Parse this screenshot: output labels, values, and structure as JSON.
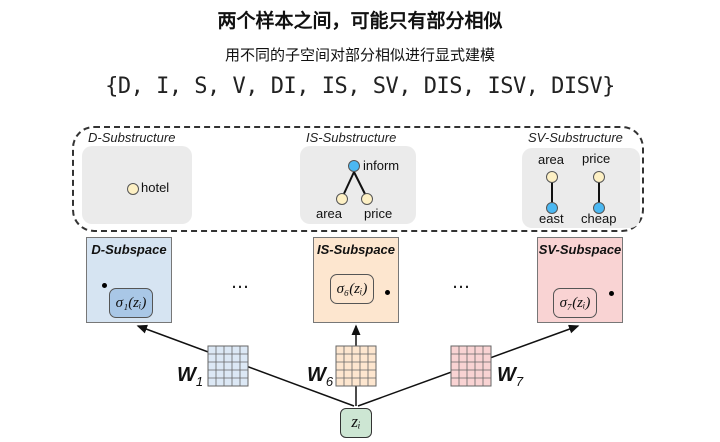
{
  "header": {
    "title": "两个样本之间，可能只有部分相似",
    "subtitle": "用不同的子空间对部分相似进行显式建模",
    "set_notation": "{D, I, S, V, DI, IS, SV, DIS, ISV, DISV}"
  },
  "substructures": [
    {
      "label": "D-Substructure",
      "nodes": [
        {
          "text": "hotel",
          "color": "yellow"
        }
      ]
    },
    {
      "label": "IS-Substructure",
      "nodes": [
        {
          "text": "inform",
          "color": "blue"
        },
        {
          "text": "area",
          "color": "yellow"
        },
        {
          "text": "price",
          "color": "yellow"
        }
      ]
    },
    {
      "label": "SV-Substructure",
      "nodes": [
        {
          "text": "area",
          "color": "yellow"
        },
        {
          "text": "price",
          "color": "yellow"
        },
        {
          "text": "east",
          "color": "blue"
        },
        {
          "text": "cheap",
          "color": "blue"
        }
      ]
    }
  ],
  "subspaces": [
    {
      "label": "D-Subspace",
      "sigma": "σ₁(zᵢ)",
      "fill": "#d6e4f2",
      "inner_fill": "#a9c7e6"
    },
    {
      "label": "IS-Subspace",
      "sigma": "σ₆(zᵢ)",
      "fill": "#fde6cf",
      "inner_fill": "#fde6cf"
    },
    {
      "label": "SV-Subspace",
      "sigma": "σ₇(zᵢ)",
      "fill": "#f9d3d3",
      "inner_fill": "#f9d3d3"
    }
  ],
  "ellipsis": "…",
  "weights": [
    {
      "label": "W",
      "sub": "1",
      "fill": "#dce8f5"
    },
    {
      "label": "W",
      "sub": "6",
      "fill": "#fde6cf"
    },
    {
      "label": "W",
      "sub": "7",
      "fill": "#f9d3d3"
    }
  ],
  "input": {
    "label": "zᵢ",
    "fill": "#cde6d3"
  },
  "colors": {
    "node_yellow": "#fdf0c4",
    "node_blue": "#4bb8f2",
    "grey_box": "#ebebeb"
  }
}
